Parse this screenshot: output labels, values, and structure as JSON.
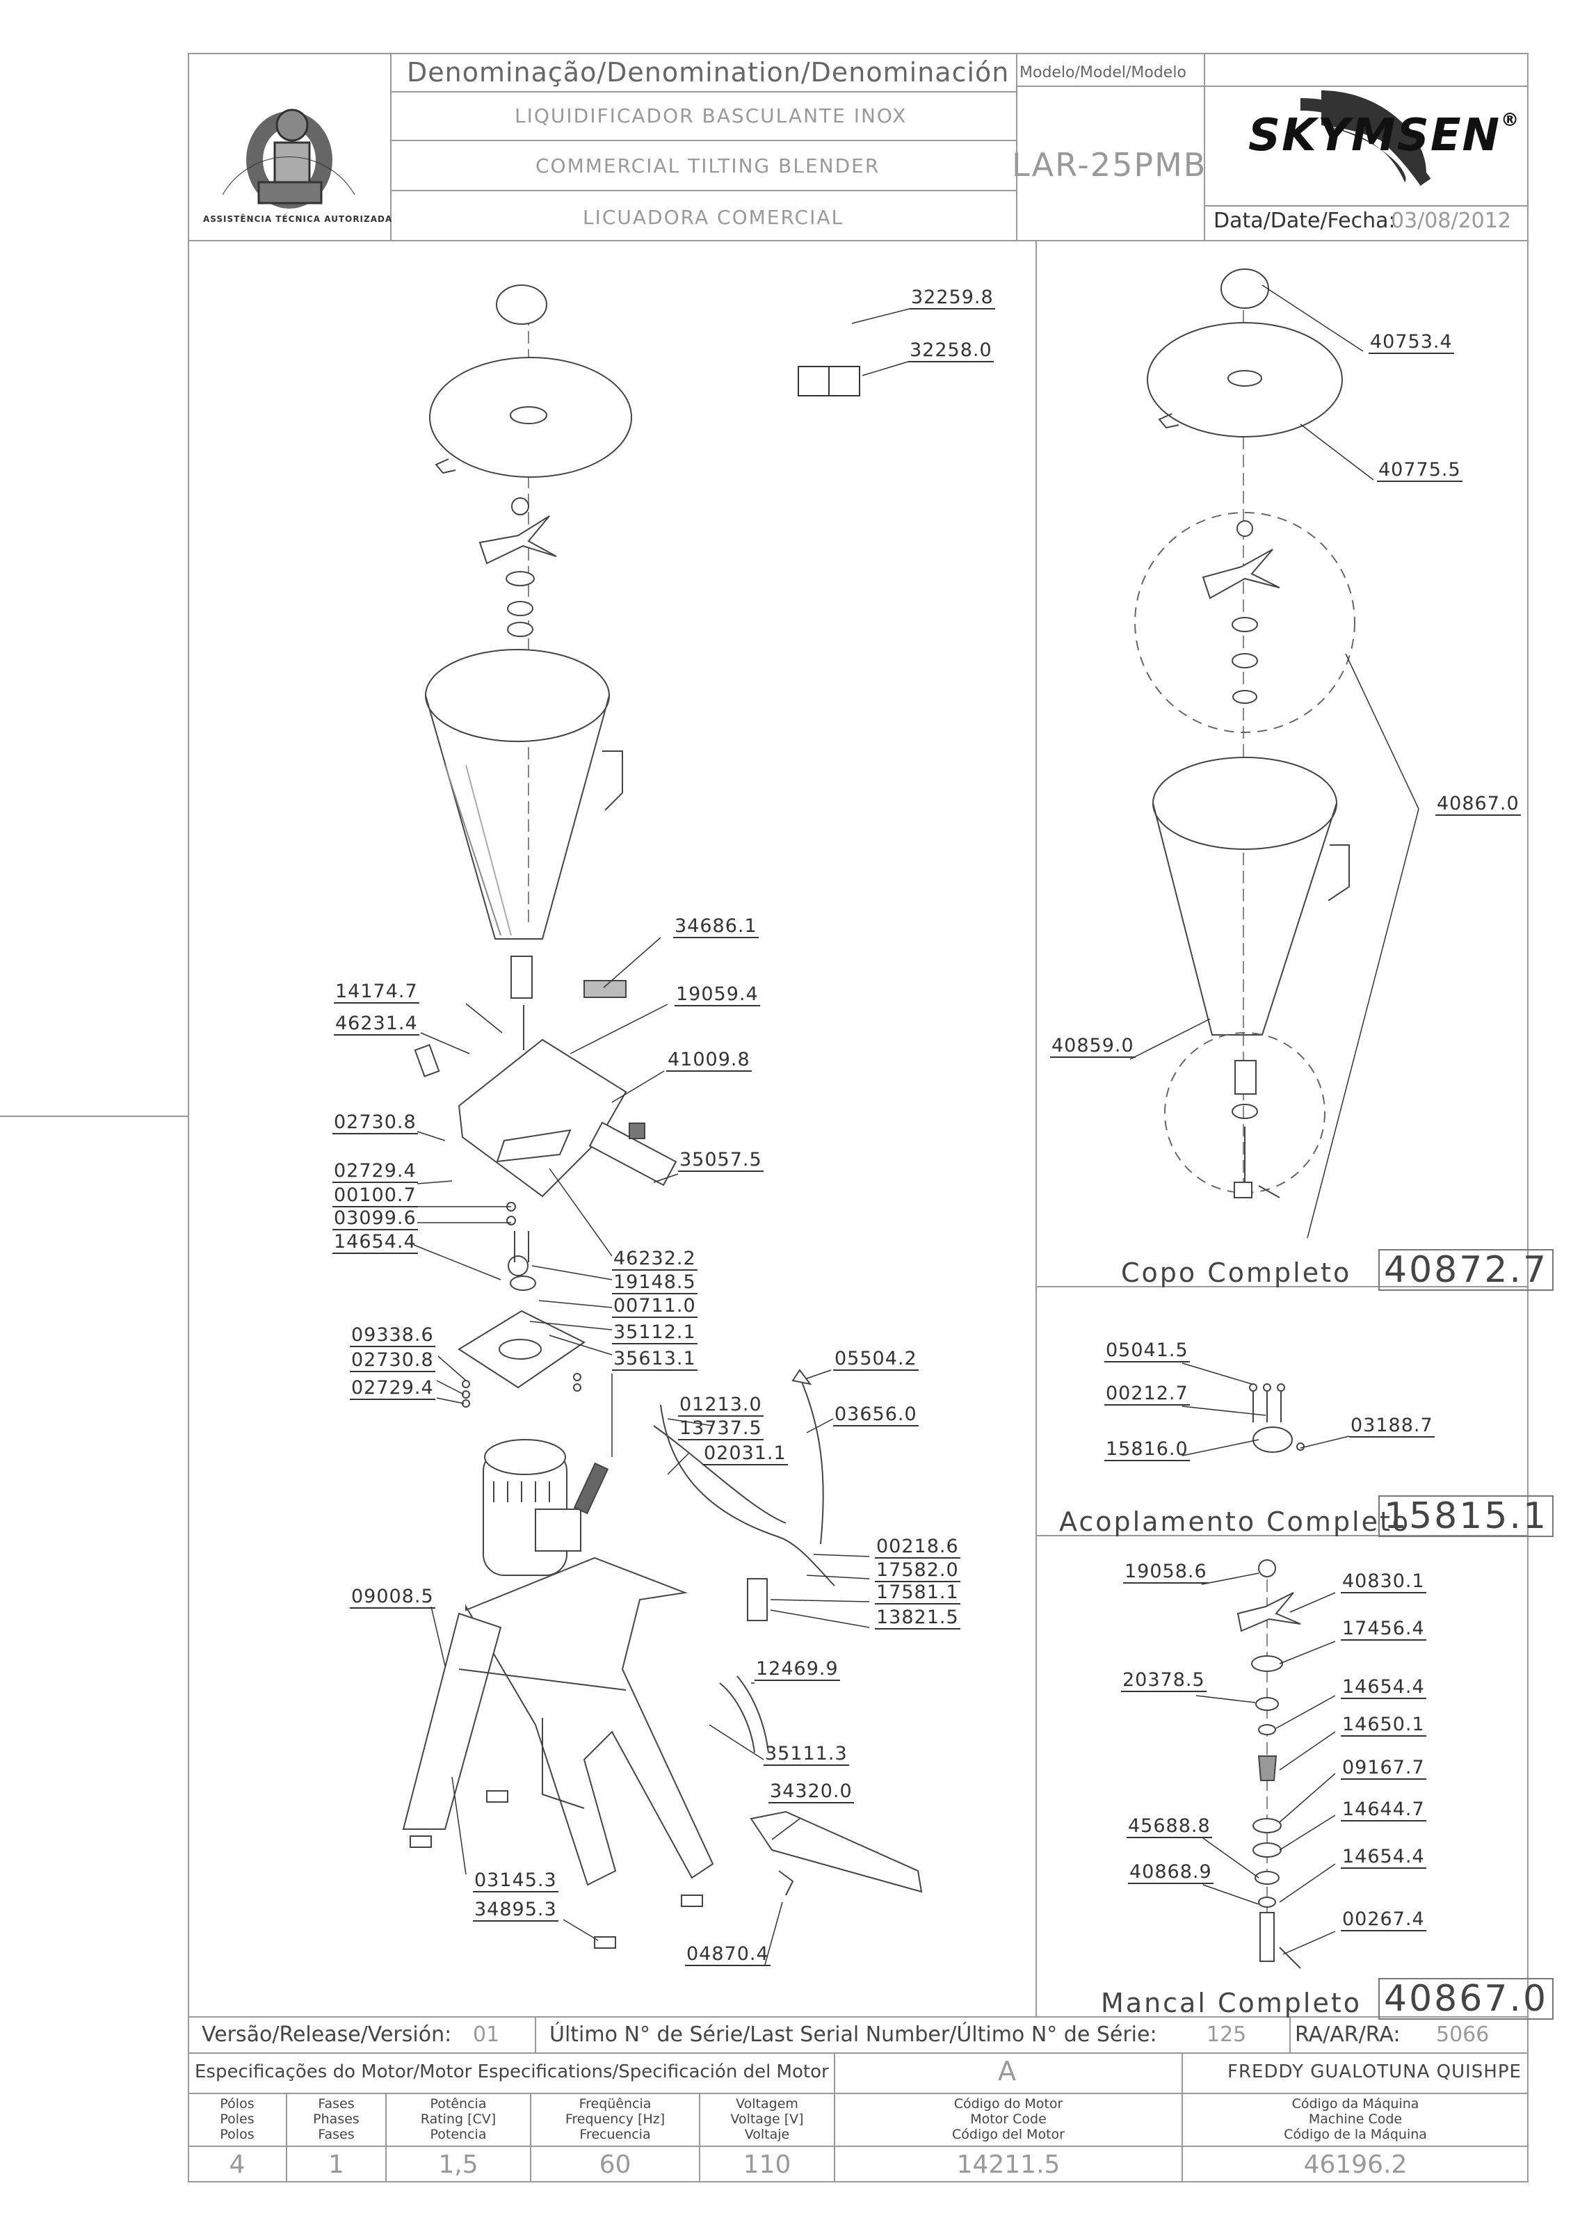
{
  "header": {
    "denomination_label": "Denominação/Denomination/Denominación",
    "model_label": "Modelo/Model/Modelo",
    "name_pt": "LIQUIDIFICADOR BASCULANTE INOX",
    "name_en": "COMMERCIAL TILTING BLENDER",
    "name_es": "LICUADORA COMERCIAL",
    "model": "LAR-25PMB",
    "brand": "SKYMSEN",
    "brand_mark": "®",
    "date_label": "Data/Date/Fecha:",
    "date": "03/08/2012",
    "stamp_text": "ASSISTÊNCIA TÉCNICA AUTORIZADA"
  },
  "main_parts": [
    {
      "code": "32259.8"
    },
    {
      "code": "32258.0"
    },
    {
      "code": "34686.1"
    },
    {
      "code": "14174.7"
    },
    {
      "code": "19059.4"
    },
    {
      "code": "46231.4"
    },
    {
      "code": "41009.8"
    },
    {
      "code": "02730.8"
    },
    {
      "code": "35057.5"
    },
    {
      "code": "02729.4"
    },
    {
      "code": "00100.7"
    },
    {
      "code": "03099.6"
    },
    {
      "code": "14654.4"
    },
    {
      "code": "46232.2"
    },
    {
      "code": "19148.5"
    },
    {
      "code": "00711.0"
    },
    {
      "code": "09338.6"
    },
    {
      "code": "35112.1"
    },
    {
      "code": "02730.8"
    },
    {
      "code": "35613.1"
    },
    {
      "code": "02729.4"
    },
    {
      "code": "05504.2"
    },
    {
      "code": "01213.0"
    },
    {
      "code": "03656.0"
    },
    {
      "code": "13737.5"
    },
    {
      "code": "02031.1"
    },
    {
      "code": "00218.6"
    },
    {
      "code": "17582.0"
    },
    {
      "code": "17581.1"
    },
    {
      "code": "13821.5"
    },
    {
      "code": "09008.5"
    },
    {
      "code": "12469.9"
    },
    {
      "code": "35111.3"
    },
    {
      "code": "34320.0"
    },
    {
      "code": "03145.3"
    },
    {
      "code": "34895.3"
    },
    {
      "code": "04870.4"
    }
  ],
  "copo": {
    "title": "Copo Completo",
    "code": "40872.7",
    "parts": [
      {
        "code": "40753.4"
      },
      {
        "code": "40775.5"
      },
      {
        "code": "40867.0"
      },
      {
        "code": "40859.0"
      }
    ]
  },
  "acoplamento": {
    "title": "Acoplamento Completo",
    "code": "15815.1",
    "parts": [
      {
        "code": "05041.5"
      },
      {
        "code": "00212.7"
      },
      {
        "code": "03188.7"
      },
      {
        "code": "15816.0"
      }
    ]
  },
  "mancal": {
    "title": "Mancal Completo",
    "code": "40867.0",
    "parts": [
      {
        "code": "19058.6"
      },
      {
        "code": "40830.1"
      },
      {
        "code": "17456.4"
      },
      {
        "code": "20378.5"
      },
      {
        "code": "14654.4"
      },
      {
        "code": "14650.1"
      },
      {
        "code": "09167.7"
      },
      {
        "code": "14644.7"
      },
      {
        "code": "45688.8"
      },
      {
        "code": "40868.9"
      },
      {
        "code": "14654.4"
      },
      {
        "code": "00267.4"
      }
    ]
  },
  "footer": {
    "version_label": "Versão/Release/Versión:",
    "version": "01",
    "serial_label": "Último N° de Série/Last Serial Number/Último N° de Série:",
    "serial": "125",
    "ra_label": "RA/AR/RA:",
    "ra": "5066",
    "motor_spec_label": "Especificações do Motor/Motor Especifications/Specificación del Motor",
    "revision": "A",
    "responsible": "FREDDY GUALOTUNA QUISHPE",
    "columns": [
      {
        "lines": [
          "Pólos",
          "Poles",
          "Polos"
        ],
        "value": "4"
      },
      {
        "lines": [
          "Fases",
          "Phases",
          "Fases"
        ],
        "value": "1"
      },
      {
        "lines": [
          "Potência",
          "Rating [CV]",
          "Potencia"
        ],
        "value": "1,5"
      },
      {
        "lines": [
          "Freqüência",
          "Frequency [Hz]",
          "Frecuencia"
        ],
        "value": "60"
      },
      {
        "lines": [
          "Voltagem",
          "Voltage [V]",
          "Voltaje"
        ],
        "value": "110"
      },
      {
        "lines": [
          "Código do Motor",
          "Motor Code",
          "Código del Motor"
        ],
        "value": "14211.5"
      },
      {
        "lines": [
          "Código da Máquina",
          "Machine Code",
          "Código de la Máquina"
        ],
        "value": "46196.2"
      }
    ]
  },
  "colors": {
    "line": "#555555",
    "frame": "#999999",
    "text": "#222222"
  }
}
